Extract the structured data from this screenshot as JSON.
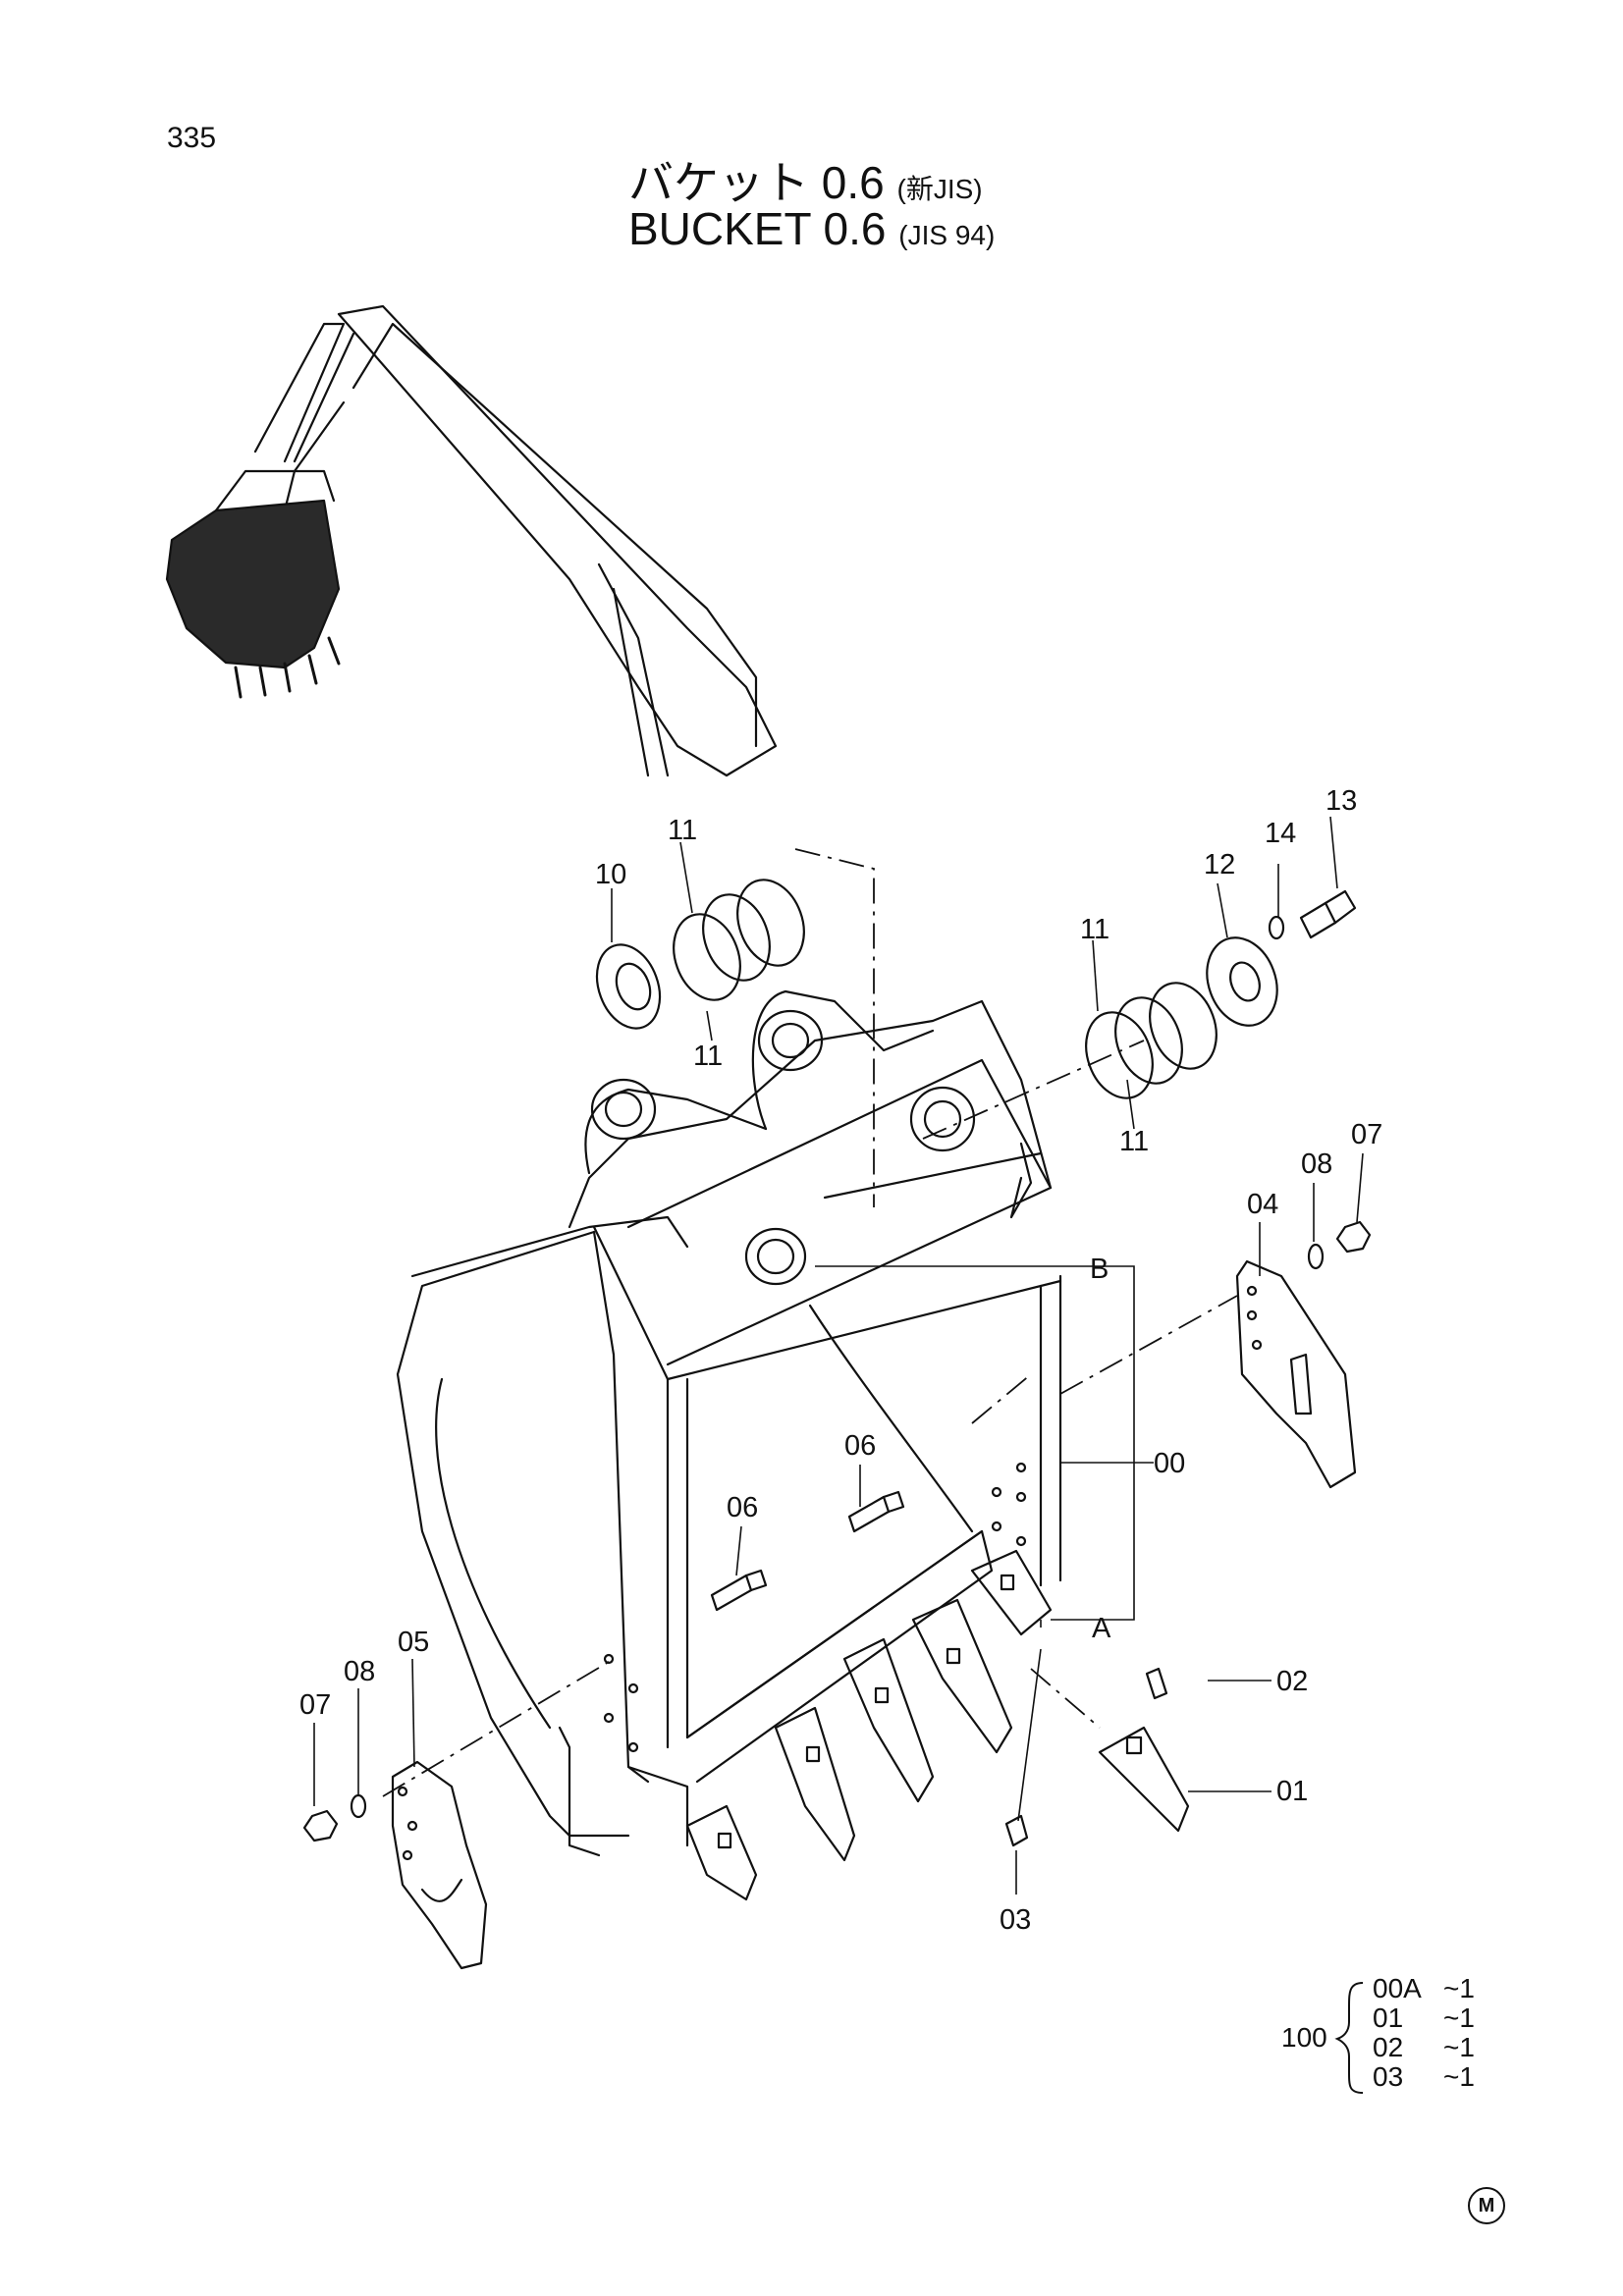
{
  "page": {
    "number": "335",
    "title_jp": "バケット 0.6",
    "title_jp_suffix": "(新JIS)",
    "title_en": "BUCKET 0.6",
    "title_en_suffix": "(JIS 94)",
    "mark": "M"
  },
  "callouts": {
    "c00": "00",
    "c01": "01",
    "c02": "02",
    "c03": "03",
    "c04": "04",
    "c05": "05",
    "c06a": "06",
    "c06b": "06",
    "c07a": "07",
    "c07b": "07",
    "c08a": "08",
    "c08b": "08",
    "c10": "10",
    "c11a": "11",
    "c11b": "11",
    "c11c": "11",
    "c11d": "11",
    "c12": "12",
    "c13": "13",
    "c14": "14",
    "ref_a": "A",
    "ref_b": "B"
  },
  "kit": {
    "number": "100",
    "items": [
      {
        "part": "00A",
        "qty": "~1"
      },
      {
        "part": "01",
        "qty": "~1"
      },
      {
        "part": "02",
        "qty": "~1"
      },
      {
        "part": "03",
        "qty": "~1"
      }
    ]
  }
}
